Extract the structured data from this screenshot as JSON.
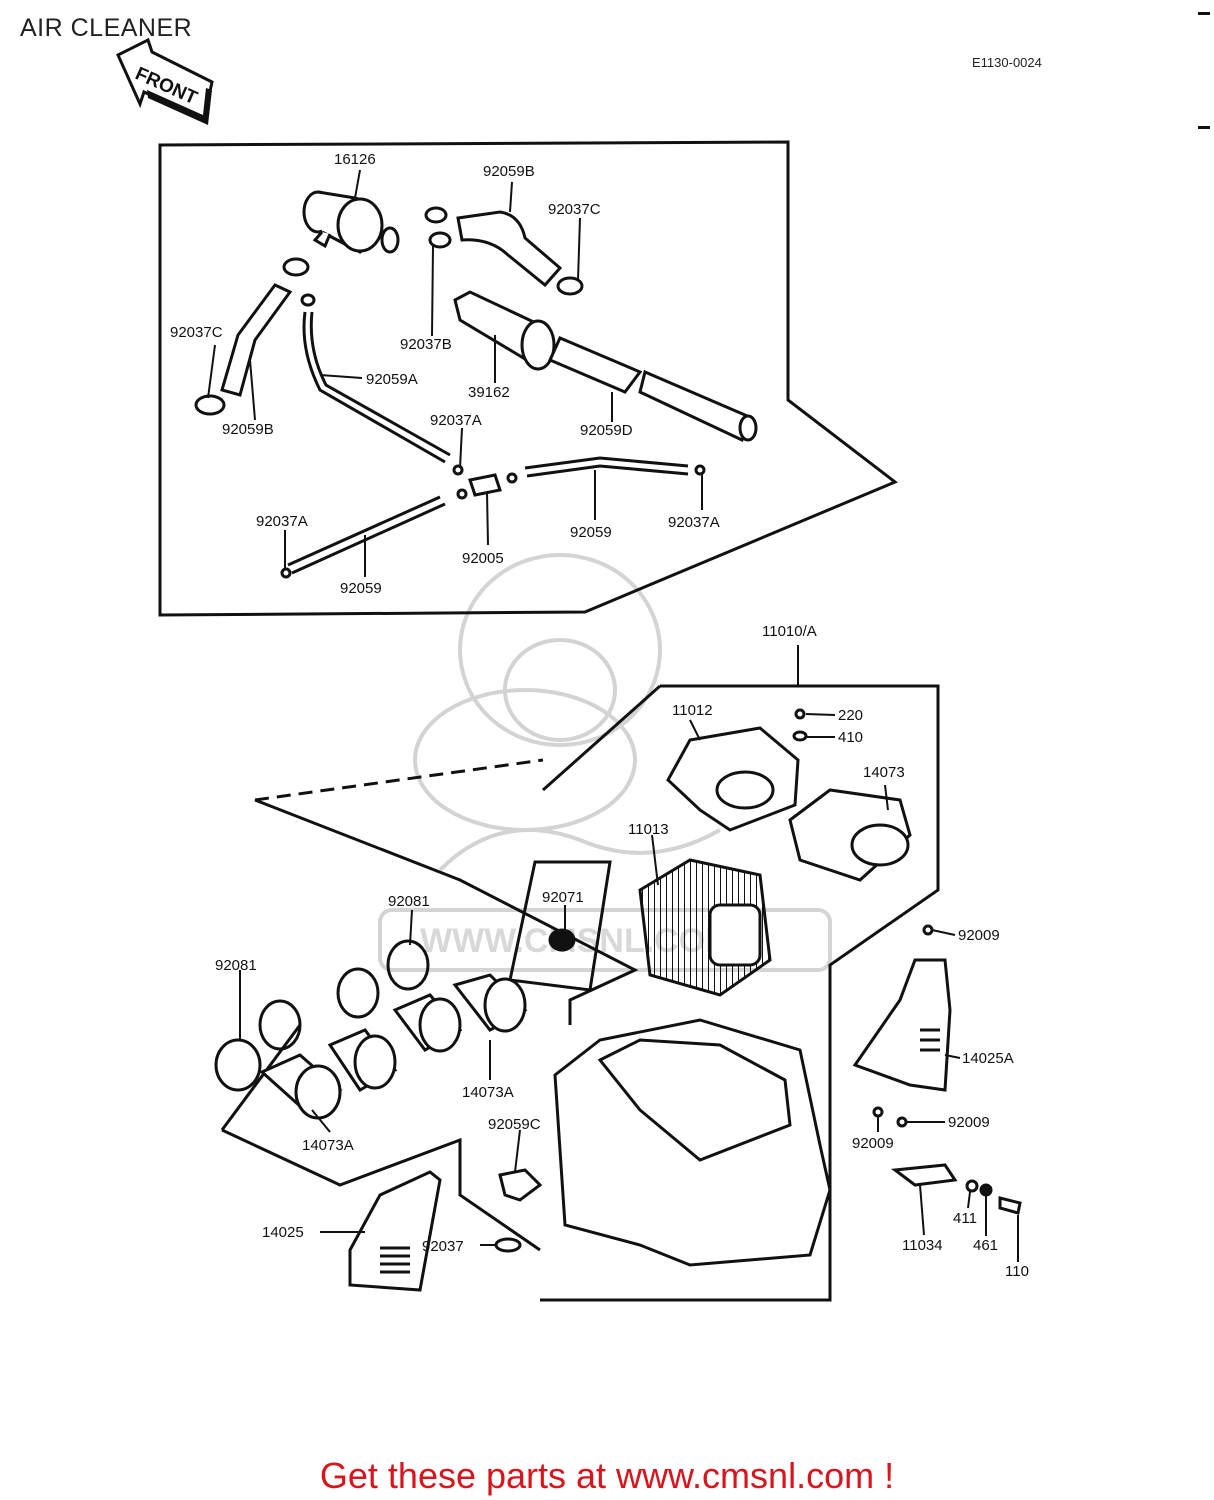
{
  "title": "AIR CLEANER",
  "diagram_code": "E1130-0024",
  "front_label": "FRONT",
  "footer_text": "Get these parts at www.cmsnl.com !",
  "watermark_text": "WWW.CMSNL.COM",
  "colors": {
    "ink": "#111111",
    "footer": "#d8141c",
    "watermark": "#cfcfcf"
  },
  "parts": {
    "p16126": "16126",
    "p92059B_top": "92059B",
    "p92037C_top": "92037C",
    "p92037C_left": "92037C",
    "p92037B": "92037B",
    "p39162": "39162",
    "p92059A": "92059A",
    "p92059B_left": "92059B",
    "p92037A_mid": "92037A",
    "p92059D": "92059D",
    "p92037A_left": "92037A",
    "p92059_mid": "92059",
    "p92037A_right": "92037A",
    "p92005": "92005",
    "p92059_left": "92059",
    "p11010A": "11010/A",
    "p11012": "11012",
    "p220": "220",
    "p410": "410",
    "p14073": "14073",
    "p11013": "11013",
    "p92081_top": "92081",
    "p92071": "92071",
    "p92081_left": "92081",
    "p92009_top": "92009",
    "p14025A": "14025A",
    "p14073A_right": "14073A",
    "p92059C": "92059C",
    "p92009_right": "92009",
    "p92009_bottom": "92009",
    "p14073A_left": "14073A",
    "p14025": "14025",
    "p92037": "92037",
    "p11034": "11034",
    "p411": "411",
    "p461": "461",
    "p110": "110"
  }
}
